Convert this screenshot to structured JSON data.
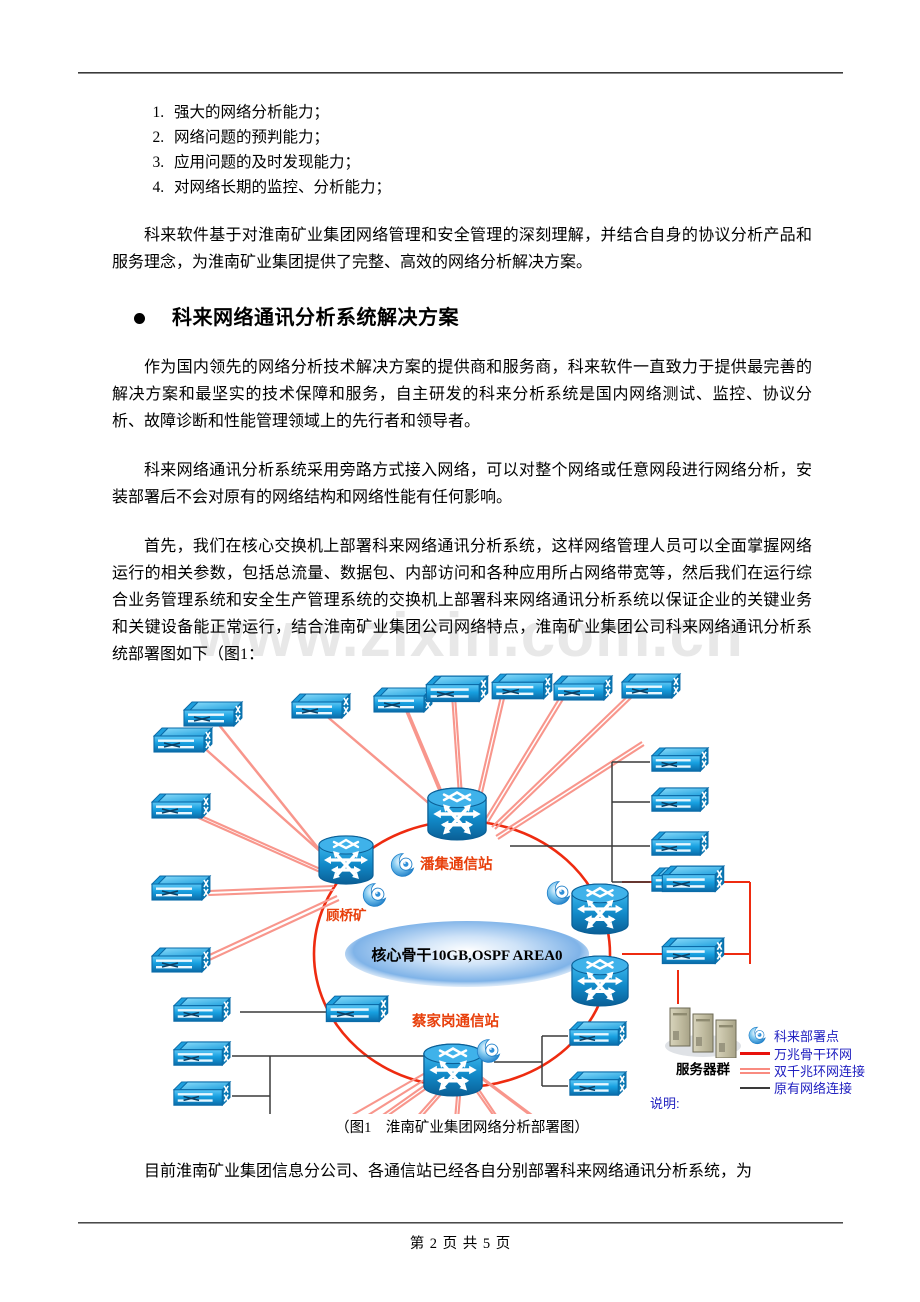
{
  "document": {
    "header_rule": true,
    "watermark_text": "www.zixin.com.cn"
  },
  "feature_list": {
    "items": [
      "强大的网络分析能力；",
      "网络问题的预判能力；",
      "应用问题的及时发现能力；",
      "对网络长期的监控、分析能力；"
    ]
  },
  "paragraphs": {
    "intro": "科来软件基于对淮南矿业集团网络管理和安全管理的深刻理解，并结合自身的协议分析产品和服务理念，为淮南矿业集团提供了完整、高效的网络分析解决方案。",
    "p1": "作为国内领先的网络分析技术解决方案的提供商和服务商，科来软件一直致力于提供最完善的解决方案和最坚实的技术保障和服务，自主研发的科来分析系统是国内网络测试、监控、协议分析、故障诊断和性能管理领域上的先行者和领导者。",
    "p2": "科来网络通讯分析系统采用旁路方式接入网络，可以对整个网络或任意网段进行网络分析，安装部署后不会对原有的网络结构和网络性能有任何影响。",
    "p3": "首先，我们在核心交换机上部署科来网络通讯分析系统，这样网络管理人员可以全面掌握网络运行的相关参数，包括总流量、数据包、内部访问和各种应用所占网络带宽等，然后我们在运行综合业务管理系统和安全生产管理系统的交换机上部署科来网络通讯分析系统以保证企业的关键业务和关键设备能正常运行，结合淮南矿业集团公司网络特点，淮南矿业集团公司科来网络通讯分析系统部署图如下（图1：",
    "closing": "目前淮南矿业集团信息分公司、各通信站已经各自分别部署科来网络通讯分析系统，为"
  },
  "section_heading": {
    "bullet": "●",
    "title": "科来网络通讯分析系统解决方案"
  },
  "figure": {
    "caption": "（图1　淮南矿业集团网络分析部署图）",
    "core_ellipse_label": "核心骨干10GB,OSPF AREA0",
    "node_labels": {
      "guqiao": "顾桥矿",
      "panji": "潘集通信站",
      "caijiagang": "蔡家岗通信站",
      "servers": "服务器群"
    },
    "legend": {
      "title": "说明:",
      "items": [
        {
          "icon": "colasoft-probe-icon",
          "label": "科来部署点",
          "color": "#2f8fd8",
          "style": "icon"
        },
        {
          "icon": "red-line-icon",
          "label": "万兆骨干环网",
          "color": "#e8120c",
          "style": "solid-thick"
        },
        {
          "icon": "pink-double-line-icon",
          "label": "双千兆环网连接",
          "color": "#f98b80",
          "style": "double"
        },
        {
          "icon": "gray-line-icon",
          "label": "原有网络连接",
          "color": "#3a3a3a",
          "style": "solid-thin"
        }
      ]
    },
    "colors": {
      "device_blue_light": "#2aa8e8",
      "device_blue_dark": "#0a6ba8",
      "backbone_red": "#ee2b10",
      "gig_link_pink": "#f8968c",
      "legacy_link_gray": "#333333",
      "ellipse_blue": "#5a9fe0",
      "label_red": "#e8400c",
      "legend_text_blue": "#2020c0",
      "server_beige": "#c8c4a8"
    }
  },
  "footer": {
    "page_text": "第 2 页  共 5 页"
  }
}
